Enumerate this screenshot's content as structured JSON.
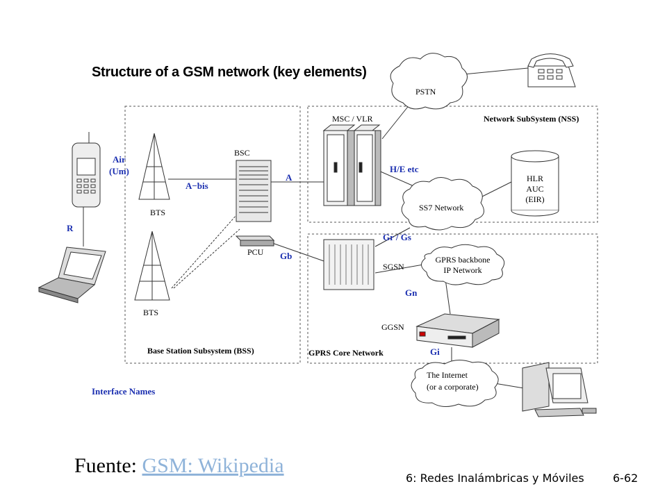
{
  "title": "Structure of a GSM network (key elements)",
  "boxes": {
    "bss": "Base Station Subsystem (BSS)",
    "nss": "Network SubSystem (NSS)",
    "gprs": "GPRS Core Network"
  },
  "nodes": {
    "bts_top": "BTS",
    "bts_bottom": "BTS",
    "bsc": "BSC",
    "pcu": "PCU",
    "msc": "MSC / VLR",
    "pstn": "PSTN",
    "ss7": "SS7 Network",
    "hlr": [
      "HLR",
      "AUC",
      "(EIR)"
    ],
    "sgsn": "SGSN",
    "gprs_backbone": [
      "GPRS backbone",
      "IP Network"
    ],
    "ggsn": "GGSN",
    "internet": [
      "The Internet",
      "(or a corporate)"
    ]
  },
  "interfaces": {
    "air": [
      "Air",
      "(Um)"
    ],
    "r": "R",
    "abis": "A−bis",
    "a": "A",
    "he": "H/E etc",
    "grgs": "Gr / Gs",
    "gb": "Gb",
    "gn": "Gn",
    "gi": "Gi"
  },
  "legend": "Interface Names",
  "footer": {
    "source_prefix": "Fuente: ",
    "source_link": "GSM: Wikipedia",
    "course": "6: Redes Inalámbricas y Móviles",
    "page": "6-62"
  },
  "colors": {
    "interface_label": "#1b2fb0",
    "link": "#8fb3d9"
  }
}
